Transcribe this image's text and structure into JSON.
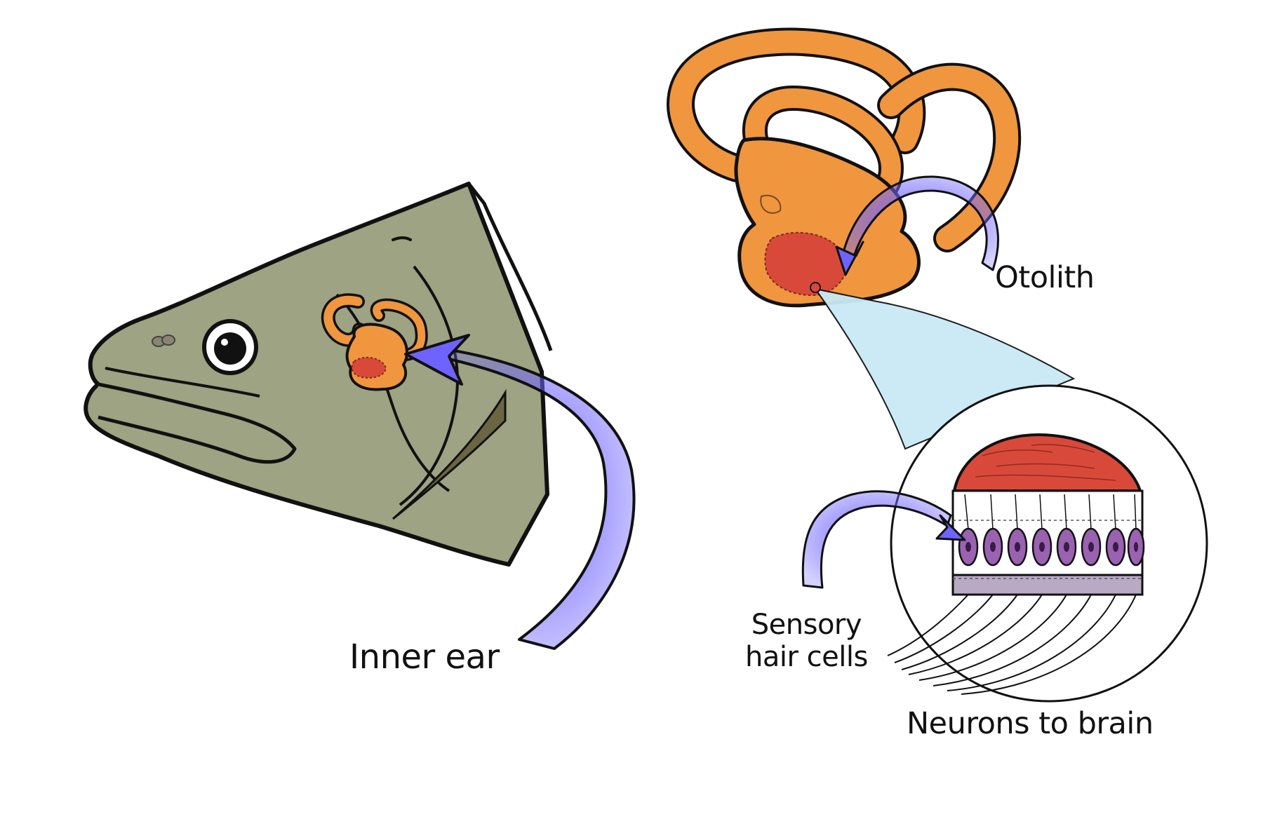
{
  "labels": {
    "inner_ear": "Inner ear",
    "otolith": "Otolith",
    "sensory_line1": "Sensory",
    "sensory_line2": "hair cells",
    "neurons": "Neurons to brain"
  },
  "colors": {
    "fish_body": "#9da383",
    "ear_orange": "#f0963e",
    "otolith_red": "#d9493a",
    "arrow_blue": "#6f63ff",
    "zoom_cone": "#c9e9f5",
    "hair_cell_purple": "#9a62b0",
    "basal_layer": "#b9a9c4"
  }
}
